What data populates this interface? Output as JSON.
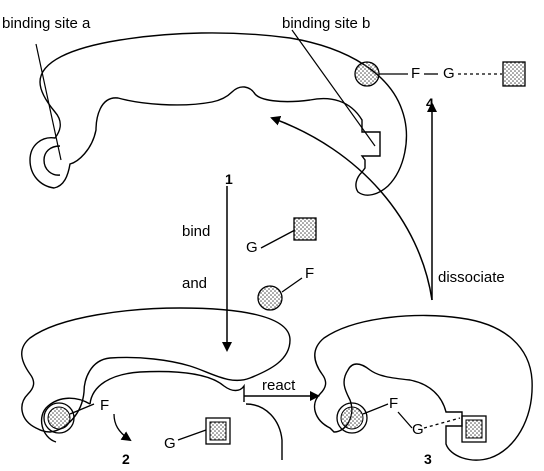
{
  "labels": {
    "site_a": "binding site a",
    "site_b": "binding site b",
    "bind": "bind",
    "and": "and",
    "react": "react",
    "dissociate": "dissociate"
  },
  "compounds": {
    "c1": "1",
    "c2": "2",
    "c3": "3",
    "c4": "4"
  },
  "atoms": {
    "F": "F",
    "G": "G"
  },
  "colors": {
    "ink": "#000000",
    "stipple": "#4a4a4a",
    "background": "#ffffff"
  }
}
